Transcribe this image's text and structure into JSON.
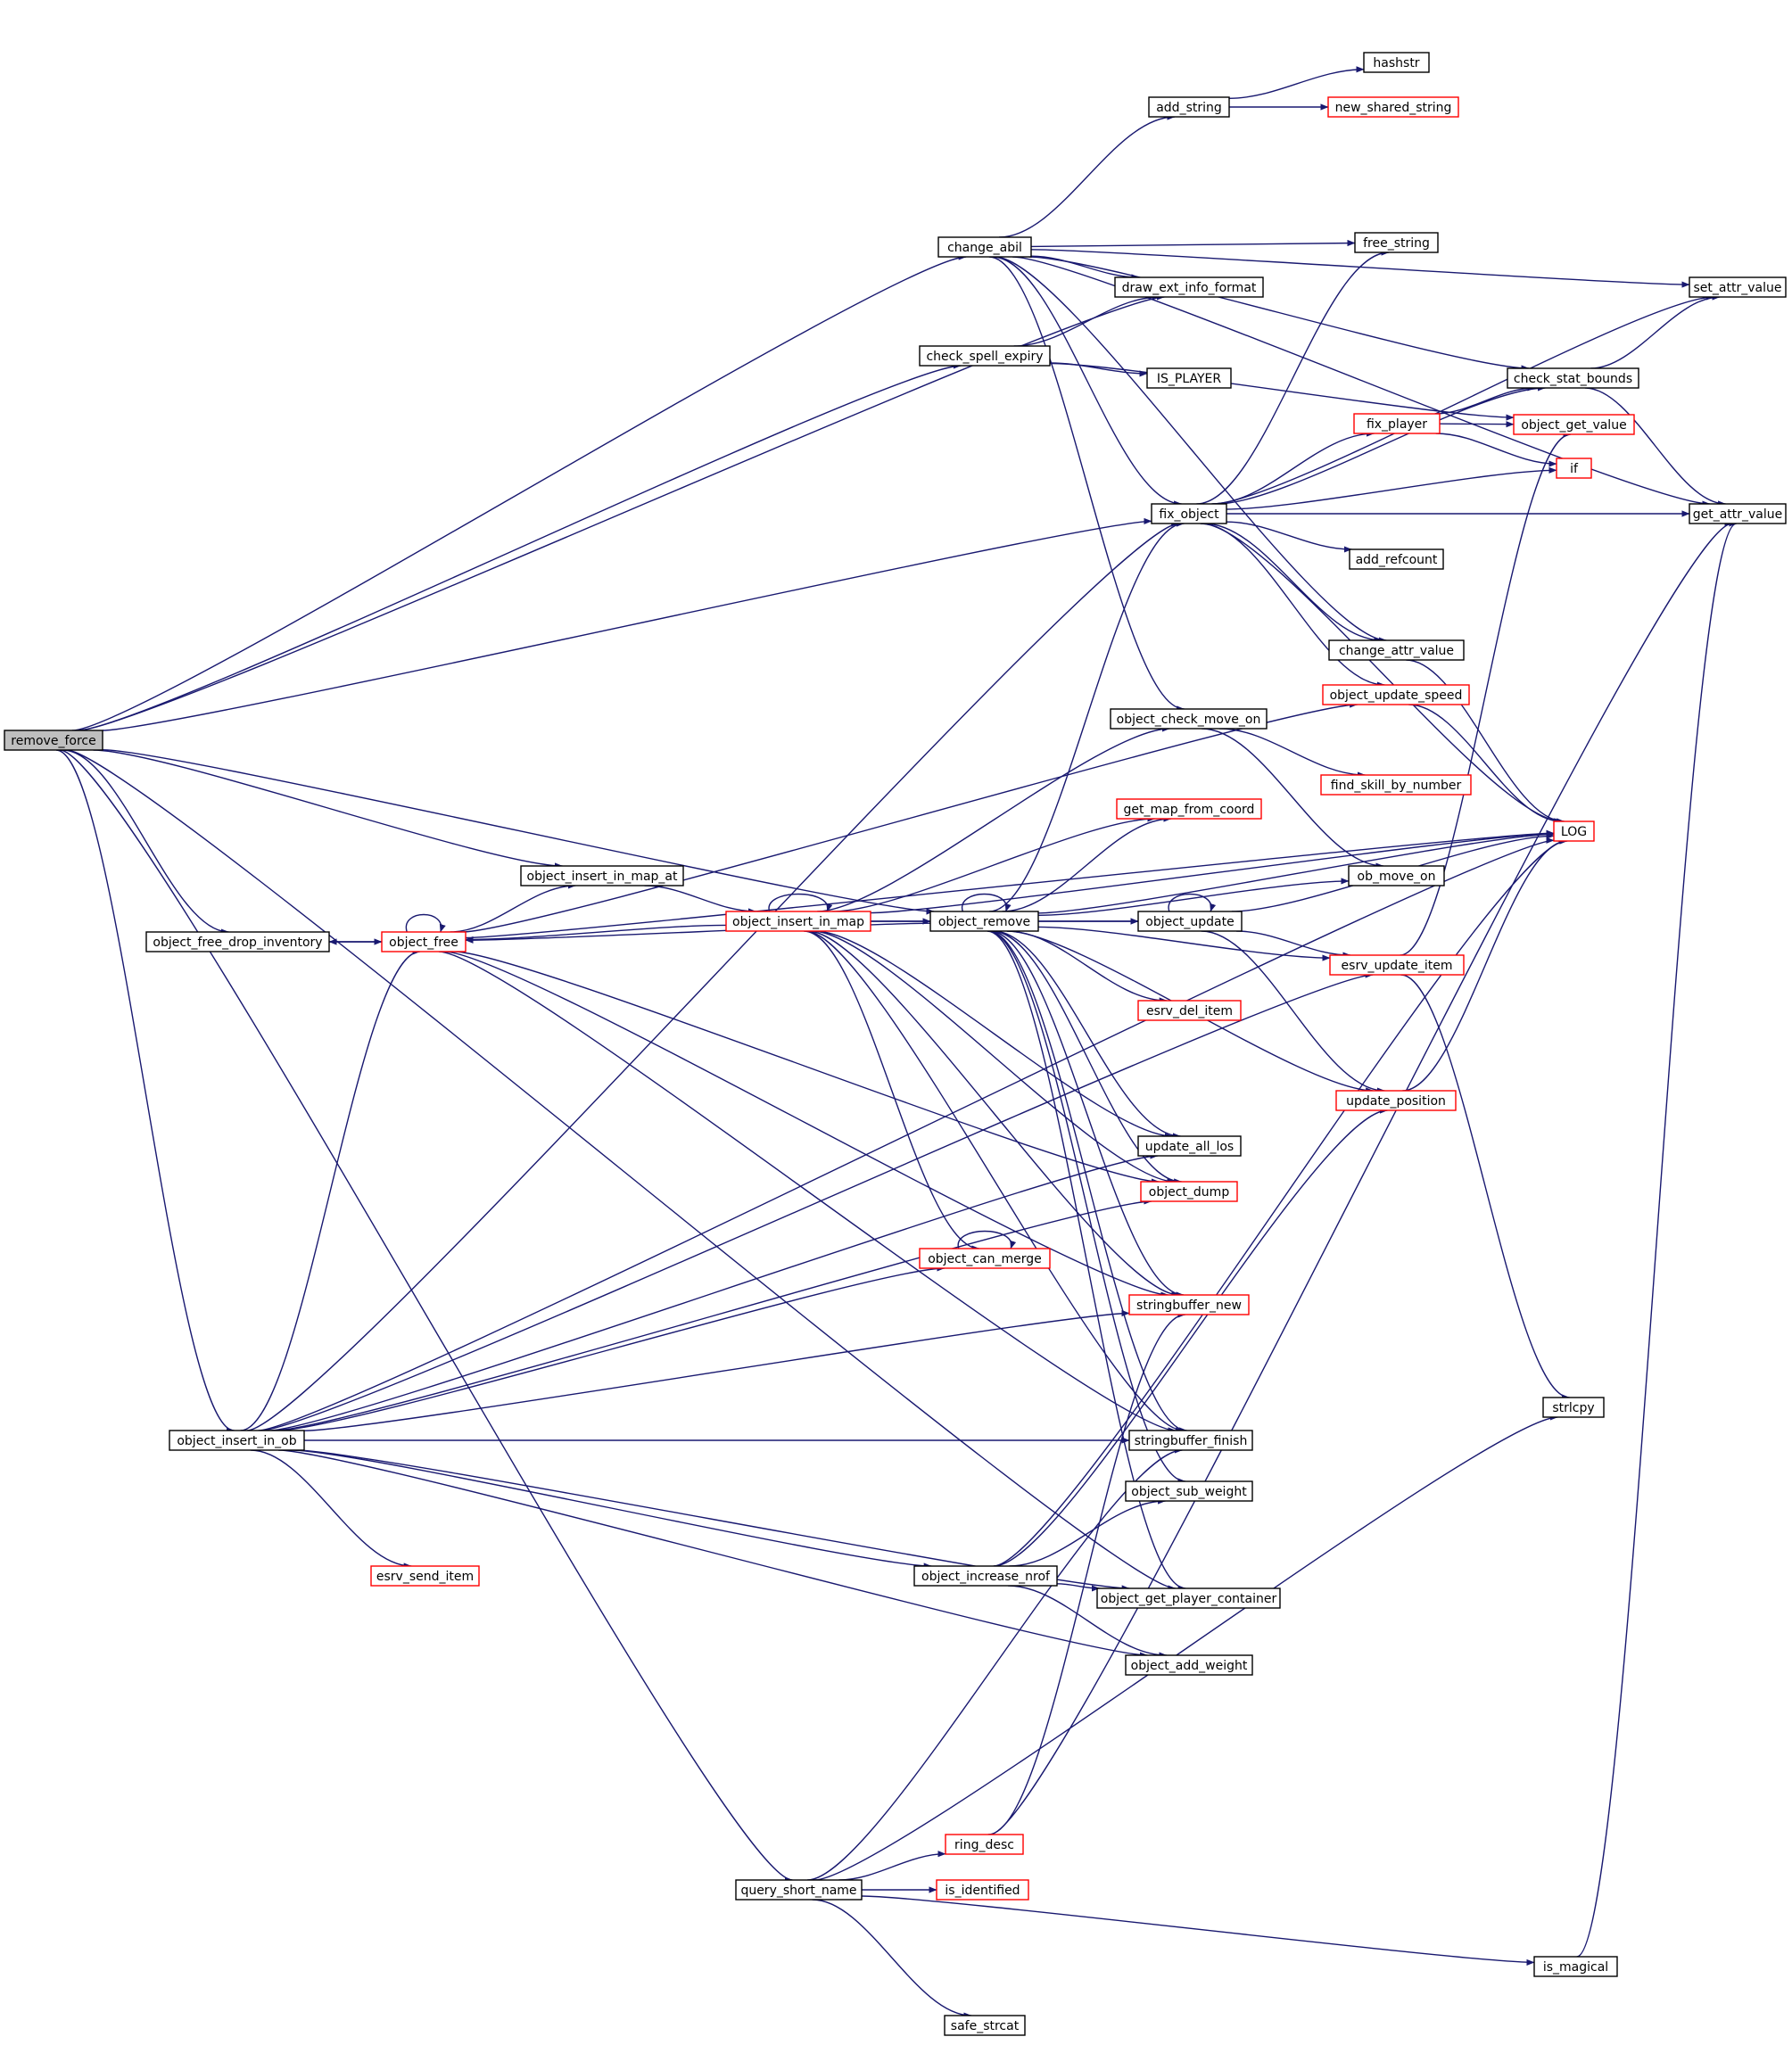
{
  "diagram": {
    "type": "call-graph",
    "colors": {
      "edge": "#191970",
      "root_fill": "#bfbfbf",
      "node_fill": "#ffffff",
      "node_border": "#000000",
      "truncated_border": "#ff0000"
    },
    "nodes": [
      {
        "id": "remove_force",
        "label": "remove_force",
        "style": "root"
      },
      {
        "id": "change_abil",
        "label": "change_abil",
        "style": "normal"
      },
      {
        "id": "hashstr",
        "label": "hashstr",
        "style": "normal"
      },
      {
        "id": "add_string",
        "label": "add_string",
        "style": "normal"
      },
      {
        "id": "new_shared_string",
        "label": "new_shared_string",
        "style": "truncated"
      },
      {
        "id": "free_string",
        "label": "free_string",
        "style": "normal"
      },
      {
        "id": "draw_ext_info_format",
        "label": "draw_ext_info_format",
        "style": "normal"
      },
      {
        "id": "set_attr_value",
        "label": "set_attr_value",
        "style": "normal"
      },
      {
        "id": "check_spell_expiry",
        "label": "check_spell_expiry",
        "style": "normal"
      },
      {
        "id": "IS_PLAYER",
        "label": "IS_PLAYER",
        "style": "normal"
      },
      {
        "id": "check_stat_bounds",
        "label": "check_stat_bounds",
        "style": "normal"
      },
      {
        "id": "fix_player",
        "label": "fix_player",
        "style": "truncated"
      },
      {
        "id": "object_get_value",
        "label": "object_get_value",
        "style": "truncated"
      },
      {
        "id": "if",
        "label": "if",
        "style": "truncated"
      },
      {
        "id": "fix_object",
        "label": "fix_object",
        "style": "normal"
      },
      {
        "id": "get_attr_value",
        "label": "get_attr_value",
        "style": "normal"
      },
      {
        "id": "add_refcount",
        "label": "add_refcount",
        "style": "normal"
      },
      {
        "id": "change_attr_value",
        "label": "change_attr_value",
        "style": "normal"
      },
      {
        "id": "object_update_speed",
        "label": "object_update_speed",
        "style": "truncated"
      },
      {
        "id": "object_check_move_on",
        "label": "object_check_move_on",
        "style": "normal"
      },
      {
        "id": "find_skill_by_number",
        "label": "find_skill_by_number",
        "style": "truncated"
      },
      {
        "id": "get_map_from_coord",
        "label": "get_map_from_coord",
        "style": "truncated"
      },
      {
        "id": "LOG",
        "label": "LOG",
        "style": "truncated"
      },
      {
        "id": "object_insert_in_map_at",
        "label": "object_insert_in_map_at",
        "style": "normal"
      },
      {
        "id": "ob_move_on",
        "label": "ob_move_on",
        "style": "normal"
      },
      {
        "id": "object_free_drop_inventory",
        "label": "object_free_drop_inventory",
        "style": "normal"
      },
      {
        "id": "object_free",
        "label": "object_free",
        "style": "truncated"
      },
      {
        "id": "object_insert_in_map",
        "label": "object_insert_in_map",
        "style": "truncated"
      },
      {
        "id": "object_remove",
        "label": "object_remove",
        "style": "normal"
      },
      {
        "id": "object_update",
        "label": "object_update",
        "style": "normal"
      },
      {
        "id": "esrv_update_item",
        "label": "esrv_update_item",
        "style": "truncated"
      },
      {
        "id": "esrv_del_item",
        "label": "esrv_del_item",
        "style": "truncated"
      },
      {
        "id": "update_position",
        "label": "update_position",
        "style": "truncated"
      },
      {
        "id": "update_all_los",
        "label": "update_all_los",
        "style": "normal"
      },
      {
        "id": "object_dump",
        "label": "object_dump",
        "style": "truncated"
      },
      {
        "id": "object_can_merge",
        "label": "object_can_merge",
        "style": "truncated"
      },
      {
        "id": "stringbuffer_new",
        "label": "stringbuffer_new",
        "style": "truncated"
      },
      {
        "id": "strlcpy",
        "label": "strlcpy",
        "style": "normal"
      },
      {
        "id": "object_insert_in_ob",
        "label": "object_insert_in_ob",
        "style": "normal"
      },
      {
        "id": "stringbuffer_finish",
        "label": "stringbuffer_finish",
        "style": "normal"
      },
      {
        "id": "object_sub_weight",
        "label": "object_sub_weight",
        "style": "normal"
      },
      {
        "id": "esrv_send_item",
        "label": "esrv_send_item",
        "style": "truncated"
      },
      {
        "id": "object_increase_nrof",
        "label": "object_increase_nrof",
        "style": "normal"
      },
      {
        "id": "object_get_player_container",
        "label": "object_get_player_container",
        "style": "normal"
      },
      {
        "id": "object_add_weight",
        "label": "object_add_weight",
        "style": "normal"
      },
      {
        "id": "ring_desc",
        "label": "ring_desc",
        "style": "truncated"
      },
      {
        "id": "query_short_name",
        "label": "query_short_name",
        "style": "normal"
      },
      {
        "id": "is_identified",
        "label": "is_identified",
        "style": "truncated"
      },
      {
        "id": "is_magical",
        "label": "is_magical",
        "style": "normal"
      },
      {
        "id": "safe_strcat",
        "label": "safe_strcat",
        "style": "normal"
      }
    ],
    "edges": [
      [
        "remove_force",
        "change_abil"
      ],
      [
        "remove_force",
        "draw_ext_info_format"
      ],
      [
        "remove_force",
        "check_spell_expiry"
      ],
      [
        "remove_force",
        "fix_object"
      ],
      [
        "remove_force",
        "object_insert_in_map_at"
      ],
      [
        "remove_force",
        "object_free_drop_inventory"
      ],
      [
        "remove_force",
        "object_remove"
      ],
      [
        "remove_force",
        "object_insert_in_ob"
      ],
      [
        "remove_force",
        "object_get_player_container"
      ],
      [
        "remove_force",
        "query_short_name"
      ],
      [
        "change_abil",
        "add_string"
      ],
      [
        "change_abil",
        "free_string"
      ],
      [
        "change_abil",
        "draw_ext_info_format"
      ],
      [
        "change_abil",
        "set_attr_value"
      ],
      [
        "change_abil",
        "get_attr_value"
      ],
      [
        "change_abil",
        "check_stat_bounds"
      ],
      [
        "change_abil",
        "fix_object"
      ],
      [
        "change_abil",
        "change_attr_value"
      ],
      [
        "change_abil",
        "object_check_move_on"
      ],
      [
        "add_string",
        "hashstr"
      ],
      [
        "add_string",
        "new_shared_string"
      ],
      [
        "check_spell_expiry",
        "draw_ext_info_format"
      ],
      [
        "check_spell_expiry",
        "IS_PLAYER"
      ],
      [
        "check_spell_expiry",
        "object_get_value"
      ],
      [
        "check_stat_bounds",
        "set_attr_value"
      ],
      [
        "check_stat_bounds",
        "get_attr_value"
      ],
      [
        "fix_player",
        "check_stat_bounds"
      ],
      [
        "fix_player",
        "object_get_value"
      ],
      [
        "fix_player",
        "if"
      ],
      [
        "fix_object",
        "free_string"
      ],
      [
        "fix_object",
        "set_attr_value"
      ],
      [
        "fix_object",
        "check_stat_bounds"
      ],
      [
        "fix_object",
        "fix_player"
      ],
      [
        "fix_object",
        "if"
      ],
      [
        "fix_object",
        "get_attr_value"
      ],
      [
        "fix_object",
        "add_refcount"
      ],
      [
        "fix_object",
        "change_attr_value"
      ],
      [
        "fix_object",
        "object_update_speed"
      ],
      [
        "fix_object",
        "LOG"
      ],
      [
        "change_attr_value",
        "LOG"
      ],
      [
        "object_update_speed",
        "LOG"
      ],
      [
        "object_check_move_on",
        "find_skill_by_number"
      ],
      [
        "object_check_move_on",
        "ob_move_on"
      ],
      [
        "object_insert_in_map_at",
        "object_insert_in_map"
      ],
      [
        "object_free_drop_inventory",
        "object_free"
      ],
      [
        "object_free",
        "object_free"
      ],
      [
        "object_free",
        "object_free_drop_inventory"
      ],
      [
        "object_free",
        "object_insert_in_map_at"
      ],
      [
        "object_free",
        "object_update_speed"
      ],
      [
        "object_free",
        "LOG"
      ],
      [
        "object_free",
        "object_dump"
      ],
      [
        "object_free",
        "stringbuffer_new"
      ],
      [
        "object_free",
        "stringbuffer_finish"
      ],
      [
        "object_insert_in_map",
        "object_insert_in_map"
      ],
      [
        "object_insert_in_map",
        "object_free"
      ],
      [
        "object_insert_in_map",
        "object_remove"
      ],
      [
        "object_insert_in_map",
        "object_check_move_on"
      ],
      [
        "object_insert_in_map",
        "get_map_from_coord"
      ],
      [
        "object_insert_in_map",
        "LOG"
      ],
      [
        "object_insert_in_map",
        "object_update"
      ],
      [
        "object_insert_in_map",
        "update_all_los"
      ],
      [
        "object_insert_in_map",
        "object_dump"
      ],
      [
        "object_insert_in_map",
        "object_can_merge"
      ],
      [
        "object_insert_in_map",
        "stringbuffer_new"
      ],
      [
        "object_insert_in_map",
        "stringbuffer_finish"
      ],
      [
        "object_remove",
        "object_remove"
      ],
      [
        "object_remove",
        "fix_object"
      ],
      [
        "object_remove",
        "get_map_from_coord"
      ],
      [
        "object_remove",
        "ob_move_on"
      ],
      [
        "object_remove",
        "object_update"
      ],
      [
        "object_remove",
        "esrv_update_item"
      ],
      [
        "object_remove",
        "esrv_del_item"
      ],
      [
        "object_remove",
        "update_position"
      ],
      [
        "object_remove",
        "LOG"
      ],
      [
        "object_remove",
        "update_all_los"
      ],
      [
        "object_remove",
        "object_dump"
      ],
      [
        "object_remove",
        "stringbuffer_new"
      ],
      [
        "object_remove",
        "stringbuffer_finish"
      ],
      [
        "object_remove",
        "object_sub_weight"
      ],
      [
        "object_remove",
        "object_get_player_container"
      ],
      [
        "object_remove",
        "object_free"
      ],
      [
        "object_update",
        "object_update"
      ],
      [
        "object_update",
        "LOG"
      ],
      [
        "object_update",
        "esrv_update_item"
      ],
      [
        "object_update",
        "update_position"
      ],
      [
        "esrv_update_item",
        "object_get_value"
      ],
      [
        "esrv_update_item",
        "strlcpy"
      ],
      [
        "update_position",
        "LOG"
      ],
      [
        "object_can_merge",
        "object_can_merge"
      ],
      [
        "object_insert_in_ob",
        "fix_object"
      ],
      [
        "object_insert_in_ob",
        "object_free"
      ],
      [
        "object_insert_in_ob",
        "update_all_los"
      ],
      [
        "object_insert_in_ob",
        "object_dump"
      ],
      [
        "object_insert_in_ob",
        "object_can_merge"
      ],
      [
        "object_insert_in_ob",
        "stringbuffer_new"
      ],
      [
        "object_insert_in_ob",
        "stringbuffer_finish"
      ],
      [
        "object_insert_in_ob",
        "esrv_send_item"
      ],
      [
        "object_insert_in_ob",
        "object_increase_nrof"
      ],
      [
        "object_insert_in_ob",
        "object_get_player_container"
      ],
      [
        "object_insert_in_ob",
        "object_add_weight"
      ],
      [
        "object_insert_in_ob",
        "esrv_update_item"
      ],
      [
        "object_insert_in_ob",
        "LOG"
      ],
      [
        "object_increase_nrof",
        "object_sub_weight"
      ],
      [
        "object_increase_nrof",
        "object_get_player_container"
      ],
      [
        "object_increase_nrof",
        "object_add_weight"
      ],
      [
        "object_increase_nrof",
        "update_position"
      ],
      [
        "object_increase_nrof",
        "LOG"
      ],
      [
        "query_short_name",
        "ring_desc"
      ],
      [
        "query_short_name",
        "is_identified"
      ],
      [
        "query_short_name",
        "is_magical"
      ],
      [
        "query_short_name",
        "safe_strcat"
      ],
      [
        "query_short_name",
        "strlcpy"
      ],
      [
        "query_short_name",
        "stringbuffer_finish"
      ],
      [
        "ring_desc",
        "stringbuffer_new"
      ],
      [
        "ring_desc",
        "get_attr_value"
      ],
      [
        "is_magical",
        "get_attr_value"
      ]
    ]
  }
}
